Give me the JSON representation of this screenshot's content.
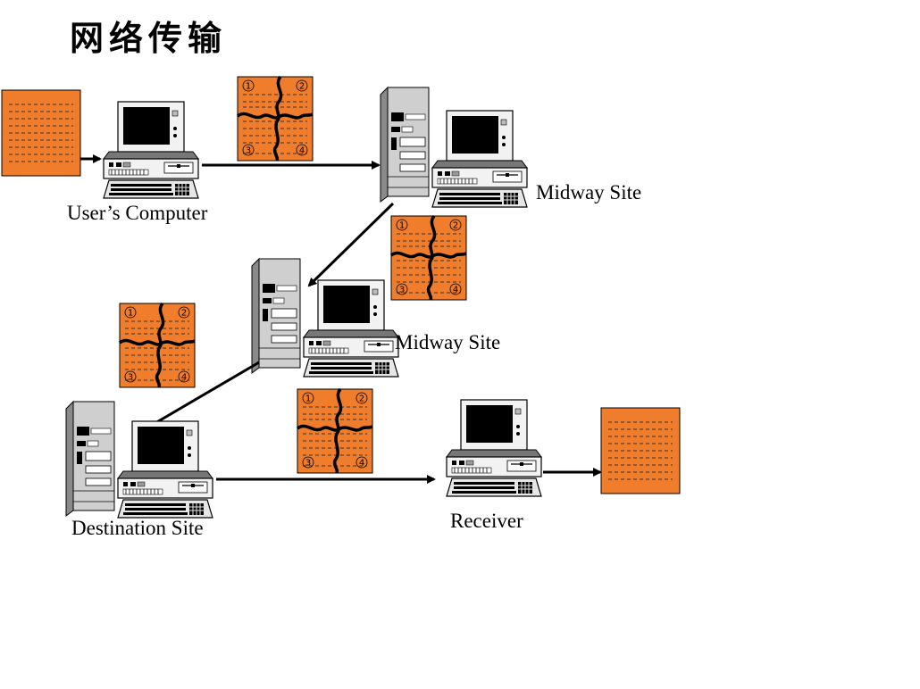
{
  "title": "网络传输",
  "nodes": {
    "users_computer": "User’s Computer",
    "midway_site_1": "Midway Site",
    "midway_site_2": "Midway Site",
    "destination_site": "Destination Site",
    "receiver": "Receiver"
  },
  "packet_numbers": [
    "1",
    "2",
    "3",
    "4"
  ],
  "colors": {
    "document_fill": "#f07d2c",
    "arrow": "#000000"
  }
}
